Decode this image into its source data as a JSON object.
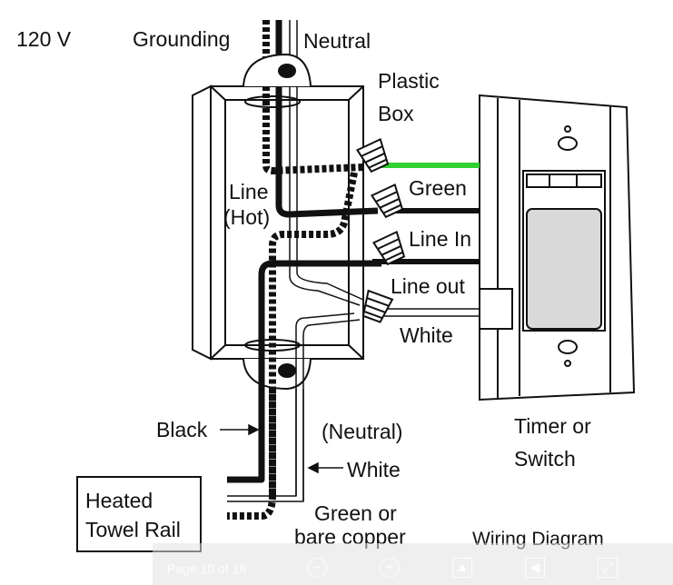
{
  "labels": {
    "voltage": "120 V",
    "grounding": "Grounding",
    "neutral_top": "Neutral",
    "plastic": "Plastic",
    "box": "Box",
    "line": "Line",
    "hot": "(Hot)",
    "green": "Green",
    "line_in": "Line In",
    "line_out": "Line out",
    "white": "White",
    "black": "Black",
    "neutral_paren": "(Neutral)",
    "white_bottom": "White",
    "timer_or": "Timer or",
    "switch": "Switch",
    "heated": "Heated",
    "towel_rail": "Towel Rail",
    "green_or": "Green or",
    "bare_copper": "bare copper",
    "wiring_diagram": "Wiring Diagram"
  },
  "viewer": {
    "page_indicator": "Page 10 of 18",
    "zoom_out_glyph": "−",
    "zoom_in_glyph": "+",
    "first_glyph": "▲",
    "prev_glyph": "◀",
    "next_glyph": "▶",
    "expand_glyph": "⤢"
  },
  "colors": {
    "ground_wire": "#30d030",
    "ink": "#111111",
    "switch_paddle": "#d9d9d9"
  }
}
